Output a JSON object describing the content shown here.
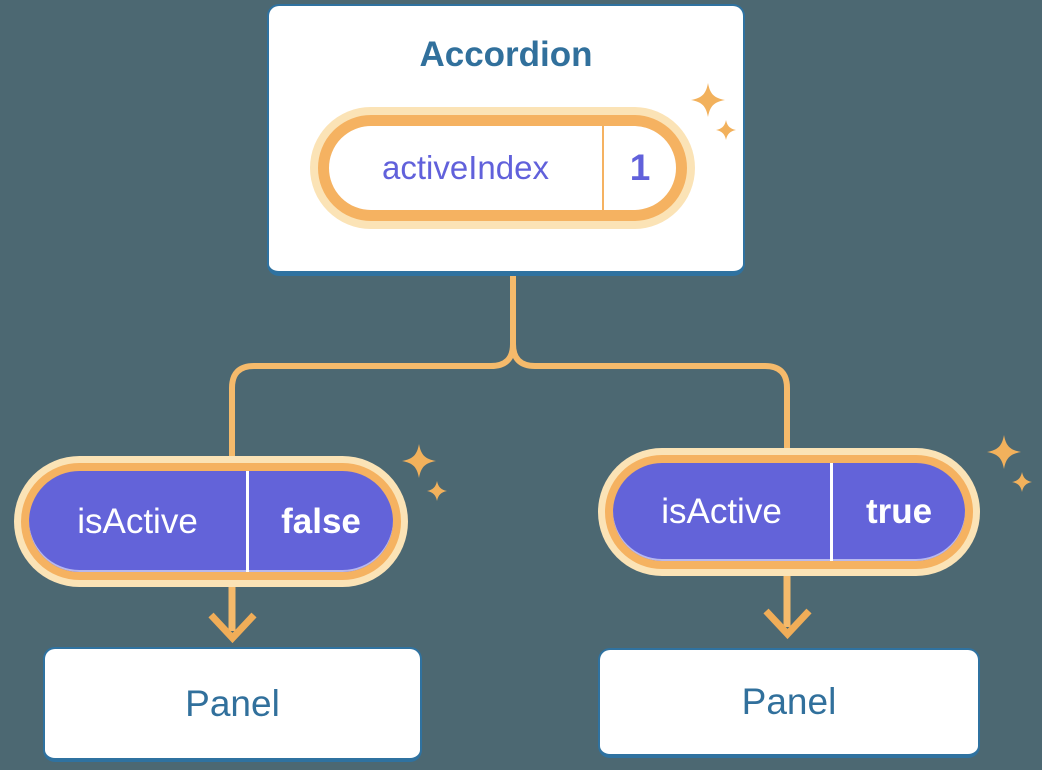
{
  "diagram": {
    "accordion": {
      "title": "Accordion",
      "state": {
        "label": "activeIndex",
        "value": "1"
      }
    },
    "panels": [
      {
        "prop": {
          "label": "isActive",
          "value": "false"
        },
        "title": "Panel"
      },
      {
        "prop": {
          "label": "isActive",
          "value": "true"
        },
        "title": "Panel"
      }
    ],
    "icons": {
      "sparkle": "✦"
    },
    "colors": {
      "background": "#4C6872",
      "card_border": "#2F72A0",
      "heading": "#31709C",
      "pill_purple": "#6363D9",
      "purple_text": "#6161DB",
      "orange_ring": "#F5B261",
      "orange_glow": "#FBE3B6",
      "connector": "#F5BA6B",
      "arrow": "#F0AD58",
      "sparkle": "#F2B15C"
    }
  }
}
